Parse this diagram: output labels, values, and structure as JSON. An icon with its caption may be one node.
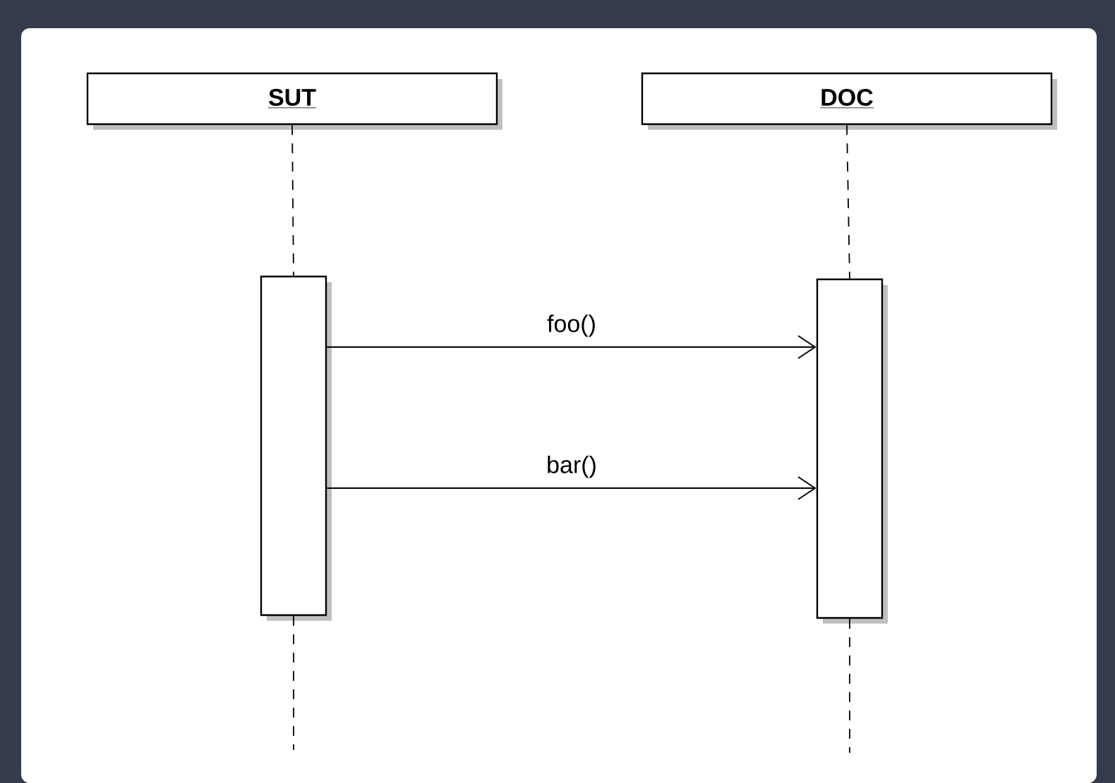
{
  "diagram": {
    "nodes": [
      {
        "text": [
          "SUT"
        ]
      },
      {
        "text": [
          "DOC"
        ]
      },
      {
        "text": [],
        "shape": "bar"
      },
      {
        "text": [],
        "shape": "bar"
      }
    ],
    "edges": [
      {
        "from": 0,
        "to": 2,
        "arrow": "none",
        "style": "dashed"
      },
      {
        "from": 1,
        "to": 3,
        "arrow": "none",
        "style": "dashed"
      },
      {
        "from": 2,
        "to": 3,
        "arrow": "to",
        "label": "foo()"
      },
      {
        "from": 2,
        "to": 3,
        "arrow": "to",
        "label": "bar()"
      }
    ]
  }
}
